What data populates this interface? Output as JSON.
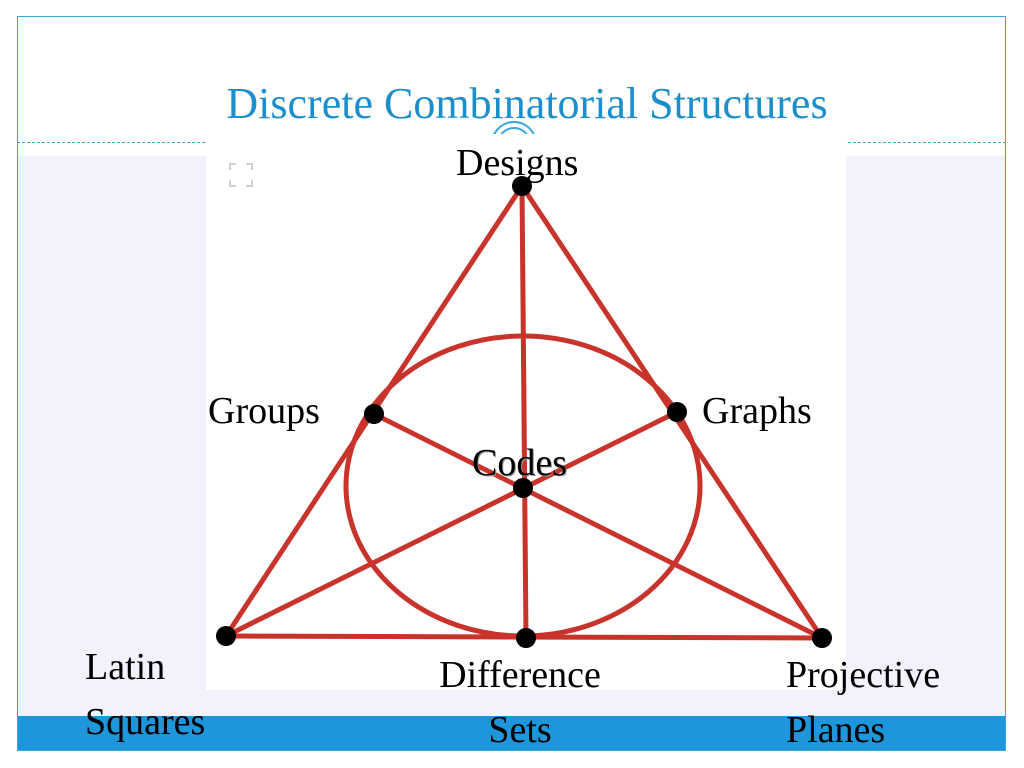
{
  "slide": {
    "title": "Discrete Combinatorial Structures",
    "accent_color": "#1b8fcc",
    "bar_color": "#1d96dc",
    "background_color": "#f1f2fc"
  },
  "diagram": {
    "type": "fano-plane",
    "line_color": "#c8332b",
    "node_color": "#000000",
    "labels": {
      "top": "Designs",
      "left_mid": "Groups",
      "right_mid": "Graphs",
      "center": "Codes",
      "bottom_left_line1": "Latin",
      "bottom_left_line2": "Squares",
      "bottom_mid_line1": "Difference",
      "bottom_mid_line2": "Sets",
      "bottom_right_line1": "Projective",
      "bottom_right_line2": "Planes"
    }
  }
}
